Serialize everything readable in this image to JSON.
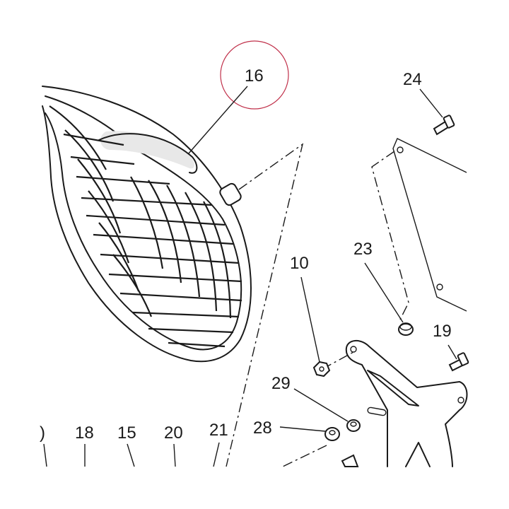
{
  "diagram": {
    "part_labels": {
      "p16": "16",
      "p24": "24",
      "p10": "10",
      "p23": "23",
      "p19": "19",
      "p29": "29",
      "p28": "28",
      "p18": "18",
      "p15": "15",
      "p20": "20",
      "p21": "21",
      "p0": ")"
    },
    "highlight_color": "#c0304a",
    "line_color": "#1a1a1a"
  }
}
